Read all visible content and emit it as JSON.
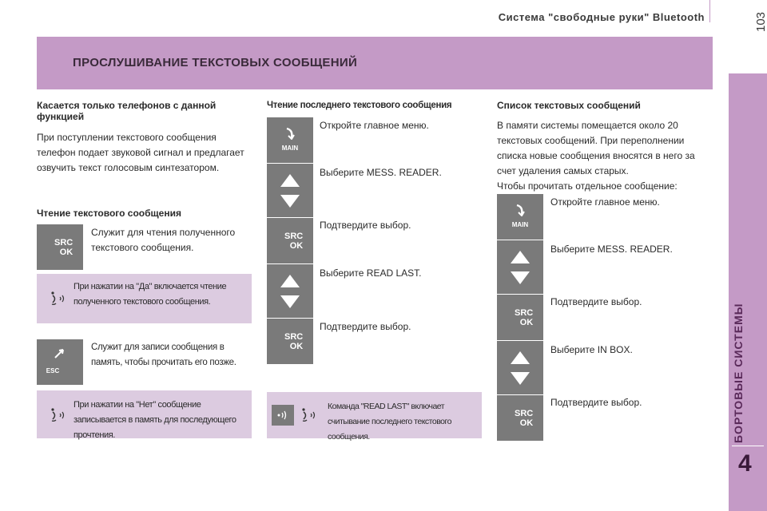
{
  "header": {
    "title": "Система \"свободные руки\" Bluetooth",
    "page_number": "103"
  },
  "sidebar": {
    "label": "БОРТОВЫЕ СИСТЕМЫ",
    "chapter": "4"
  },
  "banner": {
    "title": "ПРОСЛУШИВАНИЕ ТЕКСТОВЫХ СООБЩЕНИЙ"
  },
  "left": {
    "heading": "Касается только телефонов с данной функцией",
    "intro": "При поступлении текстового сообщения телефон подает звуковой сигнал и предлагает озвучить текст голосовым синтезатором.",
    "reading_heading": "Чтение текстового сообщения",
    "src_ok_desc": "Служит для чтения полученного текстового сообщения.",
    "yes_note": "При нажатии на \"Да\" включается чтение полученного текстового сообщения.",
    "esc_desc": "Служит для записи сообщения в память, чтобы прочитать его позже.",
    "no_note": "При нажатии на \"Нет\" сообщение записывается в память для последующего прочтения."
  },
  "middle": {
    "heading": "Чтение последнего текстового сообщения",
    "steps": [
      "Откройте главное меню.",
      "Выберите MESS. READER.",
      "Подтвердите выбор.",
      "Выберите READ LAST.",
      "Подтвердите выбор."
    ],
    "note": "Команда \"READ LAST\" включает считывание последнего текстового сообщения."
  },
  "right": {
    "heading": "Список текстовых сообщений",
    "intro": "В памяти системы помещается около 20 текстовых сообщений. При переполнении списка новые сообщения вносятся в него за счет удаления самых старых.",
    "lead": "Чтобы прочитать отдельное сообщение:",
    "steps": [
      "Откройте главное меню.",
      "Выберите MESS. READER.",
      "Подтвердите выбор.",
      "Выберите IN BOX.",
      "Подтвердите выбор."
    ]
  },
  "keys": {
    "main": "MAIN",
    "src": "SRC",
    "ok": "OK",
    "esc": "ESC"
  },
  "colors": {
    "accent": "#c49ac6",
    "note_bg": "#dccbe0",
    "key_bg": "#7a7a7a"
  },
  "icons": [
    "main-menu-icon",
    "arrow-up-icon",
    "arrow-down-icon",
    "src-ok-key-icon",
    "esc-key-icon",
    "voice-command-icon",
    "speaker-icon"
  ]
}
